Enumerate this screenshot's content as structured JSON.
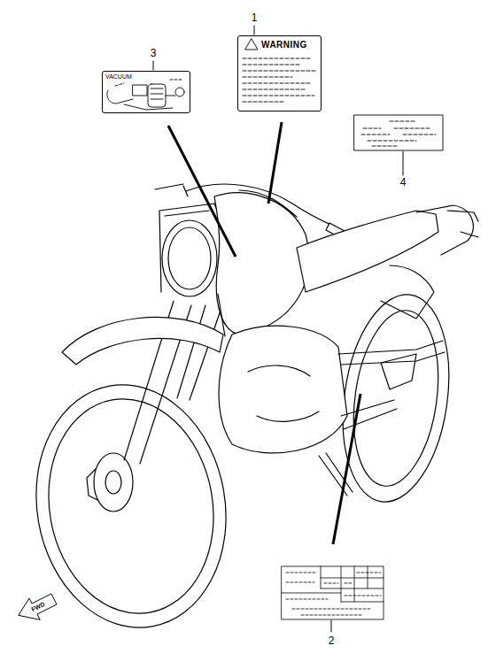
{
  "diagram": {
    "nodes": [
      {
        "text": [
          "VACUUM"
        ]
      },
      {
        "text": [
          "WARNING"
        ]
      }
    ],
    "labels": [
      "3",
      "1",
      "4",
      "2",
      "FWD"
    ]
  }
}
